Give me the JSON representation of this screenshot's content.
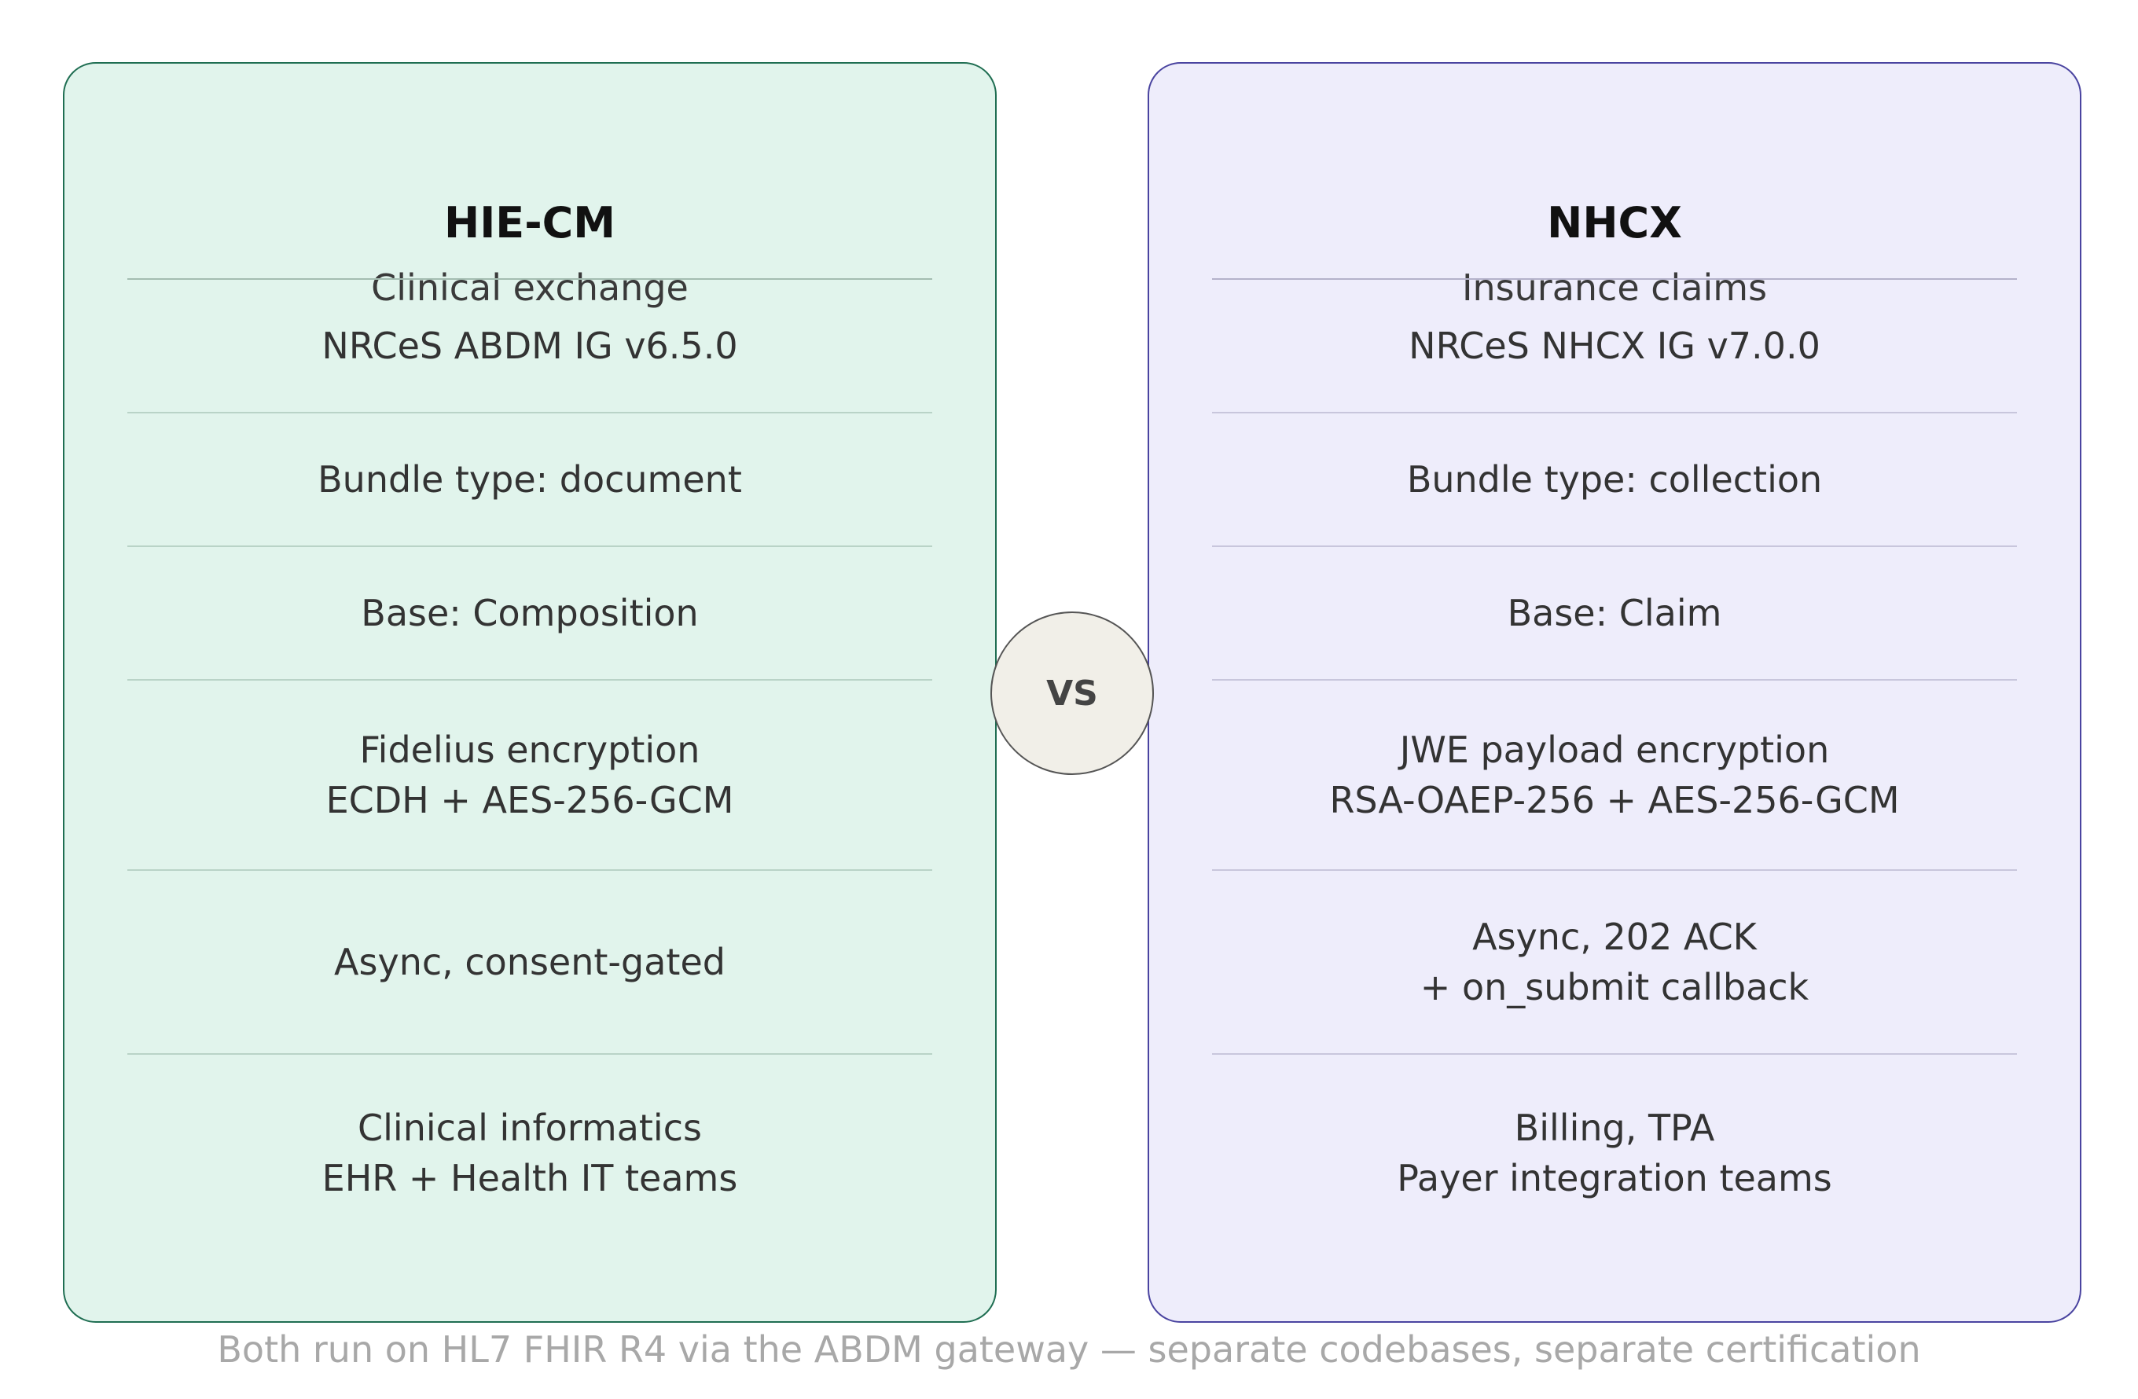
{
  "left": {
    "title": "HIE-CM",
    "subtitle": "Clinical exchange",
    "rows": [
      {
        "line1": "NRCeS ABDM IG v6.5.0",
        "line2": ""
      },
      {
        "line1": "Bundle type: document",
        "line2": ""
      },
      {
        "line1": "Base: Composition",
        "line2": ""
      },
      {
        "line1": "Fidelius encryption",
        "line2": "ECDH + AES-256-GCM"
      },
      {
        "line1": "Async, consent-gated",
        "line2": ""
      },
      {
        "line1": "Clinical informatics",
        "line2": "EHR + Health IT teams"
      }
    ],
    "colors": {
      "fill": "#e1f4ec",
      "border": "#1f6e52"
    }
  },
  "right": {
    "title": "NHCX",
    "subtitle": "Insurance claims",
    "rows": [
      {
        "line1": "NRCeS NHCX IG v7.0.0",
        "line2": ""
      },
      {
        "line1": "Bundle type: collection",
        "line2": ""
      },
      {
        "line1": "Base: Claim",
        "line2": ""
      },
      {
        "line1": "JWE payload encryption",
        "line2": "RSA-OAEP-256 + AES-256-GCM"
      },
      {
        "line1": "Async, 202 ACK",
        "line2": "+ on_submit callback"
      },
      {
        "line1": "Billing, TPA",
        "line2": "Payer integration teams"
      }
    ],
    "colors": {
      "fill": "#eeedfb",
      "border": "#4a44a0"
    }
  },
  "vs_label": "VS",
  "footnote": "Both run on HL7 FHIR R4 via the ABDM gateway — separate codebases, separate certification"
}
